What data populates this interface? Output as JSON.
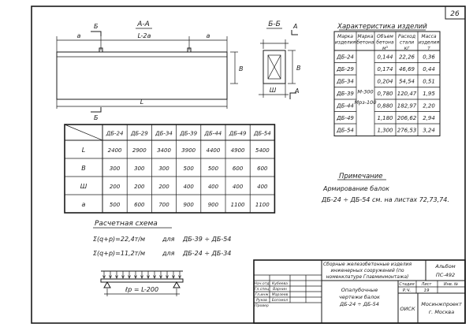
{
  "page_number": "26",
  "section_aa": "А-А",
  "section_bb": "Б-Б",
  "cut_label_b": "Б",
  "cut_label_a": "А",
  "dim_a": "а",
  "dim_l2a": "L-2а",
  "dim_L": "L",
  "dim_B": "В",
  "dim_Sh": "Ш",
  "characteristics": {
    "title": "Характеристика изделий",
    "headers": [
      [
        "Марка",
        "изделия"
      ],
      [
        "Марка",
        "бетона"
      ],
      [
        "Объем",
        "бетона",
        "м³"
      ],
      [
        "Расход",
        "стали",
        "кг"
      ],
      [
        "Масса",
        "изделия",
        "т"
      ]
    ],
    "rows": [
      [
        "ДБ-24",
        "0,144",
        "22,26",
        "0,36"
      ],
      [
        "ДБ-29",
        "0,174",
        "46,69",
        "0,44"
      ],
      [
        "ДБ-34",
        "0,204",
        "54,54",
        "0,51"
      ],
      [
        "ДБ-39",
        "0,780",
        "120,47",
        "1,95"
      ],
      [
        "ДБ-44",
        "0,880",
        "182,97",
        "2,20"
      ],
      [
        "ДБ-49",
        "1,180",
        "206,62",
        "2,94"
      ],
      [
        "ДБ-54",
        "1,300",
        "276,53",
        "3,24"
      ]
    ],
    "concrete_1": "М-300",
    "concrete_2": "Мрз-100"
  },
  "dims_table": {
    "headers": [
      "ДБ-24",
      "ДБ-29",
      "ДБ-34",
      "ДБ-39",
      "ДБ-44",
      "ДБ-49",
      "ДБ-54"
    ],
    "rows": [
      {
        "label": "L",
        "values": [
          "2400",
          "2900",
          "3400",
          "3900",
          "4400",
          "4900",
          "5400"
        ]
      },
      {
        "label": "В",
        "values": [
          "300",
          "300",
          "300",
          "500",
          "500",
          "600",
          "600"
        ]
      },
      {
        "label": "Ш",
        "values": [
          "200",
          "200",
          "200",
          "400",
          "400",
          "400",
          "400"
        ]
      },
      {
        "label": "а",
        "values": [
          "500",
          "600",
          "700",
          "900",
          "900",
          "1100",
          "1100"
        ]
      }
    ]
  },
  "scheme": {
    "title": "Расчетная схема",
    "f1_lhs": "Σ(q+p)=22,4т/м",
    "f1_for": "для",
    "f1_range": "ДБ-39 ÷ ДБ-54",
    "f2_lhs": "Σ(q+p)=11,2т/м",
    "f2_for": "для",
    "f2_range": "ДБ-24 ÷ ДБ-34",
    "span": "ℓр = L-200"
  },
  "note": {
    "title": "Примечание",
    "line1": "Армирование балок",
    "line2": "ДБ-24 ÷ ДБ-54 см. на листах 72,73,74."
  },
  "stamp": {
    "top_line1": "Сборные железобетонные изделия",
    "top_line2": "инженерных сооружений (по",
    "top_line3": "номенклатуре Главминмонтажа)",
    "album_label": "Альбом",
    "album_value": "ПС-492",
    "desc_line1": "Опалубочные",
    "desc_line2": "чертежи балок",
    "desc_line3": "ДБ-24 ÷ ДБ-54",
    "col_stage": "Стадия",
    "col_sheet": "Лист",
    "col_inv": "Инв. №",
    "stage_value": "Р.Ч.",
    "sheet_value": "19",
    "org_short": "ОИСК",
    "org_line1": "Мосинжпроект",
    "org_line2": "г. Москва",
    "people": [
      [
        "Нач.отд",
        "Кубеева"
      ],
      [
        "Гл.спец",
        "Варнин"
      ],
      [
        "Гл.инж",
        "Марзеев"
      ],
      [
        "Руков",
        "Богомол"
      ],
      [
        "Провер",
        ""
      ]
    ]
  }
}
